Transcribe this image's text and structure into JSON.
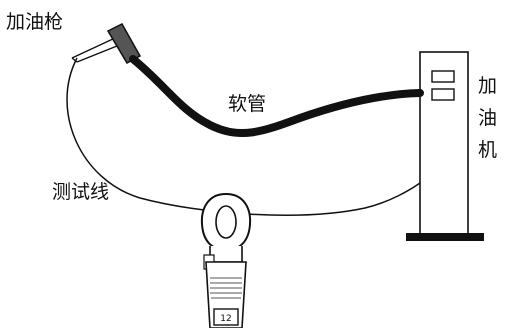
{
  "labels": {
    "nozzle": "加油枪",
    "hose": "软管",
    "dispenser": [
      "加",
      "油",
      "机"
    ],
    "test_wire": "测试线"
  },
  "meter_display": "12",
  "colors": {
    "stroke": "#111111",
    "background": "#ffffff",
    "hose": "#111111",
    "grip": "#555555"
  }
}
